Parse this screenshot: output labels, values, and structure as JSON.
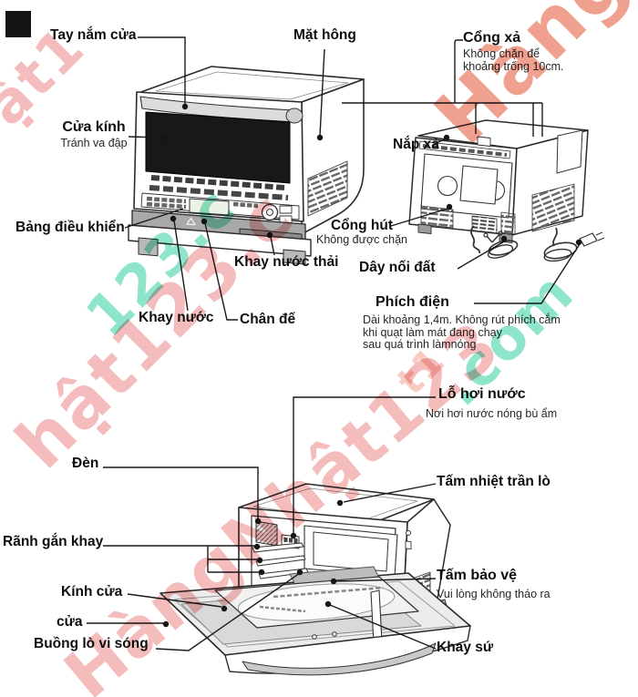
{
  "watermark": {
    "site_text": "HàngNhật123.com",
    "pink": "#f5bcbe",
    "salmon": "#f0a08f",
    "teal": "#8fe5cc",
    "fragments": {
      "top_left": "ật1",
      "upper_left": "hật123.c",
      "top_right": "Hàng",
      "teal_upper": "123.c",
      "teal_right": ".com",
      "bottom": "HàngNhật123",
      "bottom_small": "t1"
    }
  },
  "front_view": {
    "tay_nam_cua": "Tay nắm cửa",
    "mat_hong": "Mặt hông",
    "cua_kinh": "Cửa kính",
    "cua_kinh_note": "Tránh va đập",
    "cong_xa": "Cổng xả",
    "cong_xa_note1": "Không chặn để",
    "cong_xa_note2": "khoảng trống 10cm.",
    "nap_xa": "Nắp xả",
    "bang_dieu_khien": "Bảng điều khiển",
    "cong_hut": "Cổng hút",
    "cong_hut_note": "Không được chặn",
    "khay_nuoc_thai": "Khay nước thải",
    "day_noi_dat": "Dây nối đất",
    "khay_nuoc": "Khay nước",
    "chan_de": "Chân đế",
    "phich_dien": "Phích điện",
    "phich_dien_note1": "Dài khoảng 1,4m. Không rút phích cắm",
    "phich_dien_note2": "khi quạt làm mát đang chạy",
    "phich_dien_note3": "sau quá trình làmnóng"
  },
  "open_view": {
    "lo_hoi_nuoc": "Lỗ hơi nước",
    "lo_hoi_nuoc_note": "Nơi hơi nước nóng bù ẩm",
    "den": "Đèn",
    "tam_nhiet_tran_lo": "Tấm nhiệt trần lò",
    "ranh_gan_khay": "Rãnh gắn khay",
    "tam_bao_ve": "Tấm bảo vệ",
    "tam_bao_ve_note": "Vui lòng không tháo ra",
    "kinh_cua": "Kính cửa",
    "cua": "cửa",
    "buong_lo_vi_song": "Buồng lò vi sóng",
    "khay_su": "Khay sứ"
  }
}
